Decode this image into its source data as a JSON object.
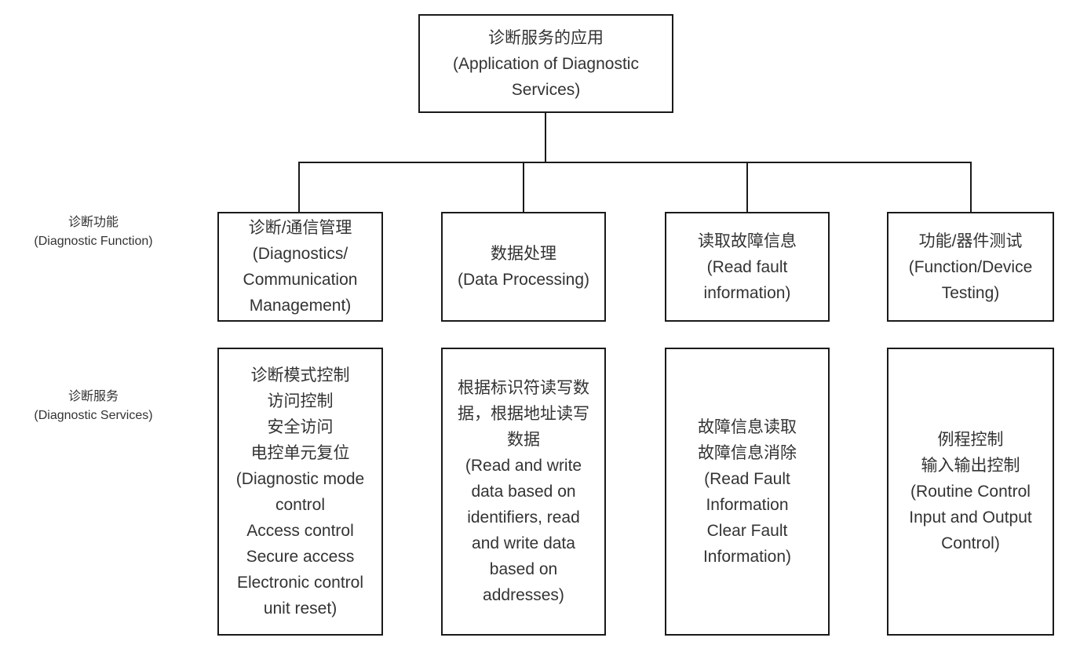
{
  "diagram": {
    "title": "诊断服务的应用 (Application of Diagnostic Services) hierarchy",
    "colors": {
      "line": "#1a1a1a",
      "text": "#333333",
      "background": "#ffffff"
    },
    "root": {
      "label": "诊断服务的应用\n(Application of Diagnostic\nServices)"
    },
    "row_labels": [
      {
        "label": "诊断功能\n(Diagnostic Function)"
      },
      {
        "label": "诊断服务\n(Diagnostic Services)"
      }
    ],
    "function_row": [
      {
        "label": "诊断/通信管理\n(Diagnostics/\nCommunication\nManagement)"
      },
      {
        "label": "数据处理\n(Data Processing)"
      },
      {
        "label": "读取故障信息\n(Read fault\ninformation)"
      },
      {
        "label": "功能/器件测试\n(Function/Device\nTesting)"
      }
    ],
    "service_row": [
      {
        "label": "诊断模式控制\n访问控制\n安全访问\n电控单元复位\n(Diagnostic mode\ncontrol\nAccess control\nSecure access\nElectronic control\nunit reset)"
      },
      {
        "label": "根据标识符读写数\n据，根据地址读写\n数据\n(Read and write\ndata based on\nidentifiers, read\nand write data\nbased on\naddresses)"
      },
      {
        "label": "故障信息读取\n故障信息消除\n(Read Fault\nInformation\nClear Fault\nInformation)"
      },
      {
        "label": "例程控制\n输入输出控制\n(Routine Control\nInput and Output\nControl)"
      }
    ]
  }
}
